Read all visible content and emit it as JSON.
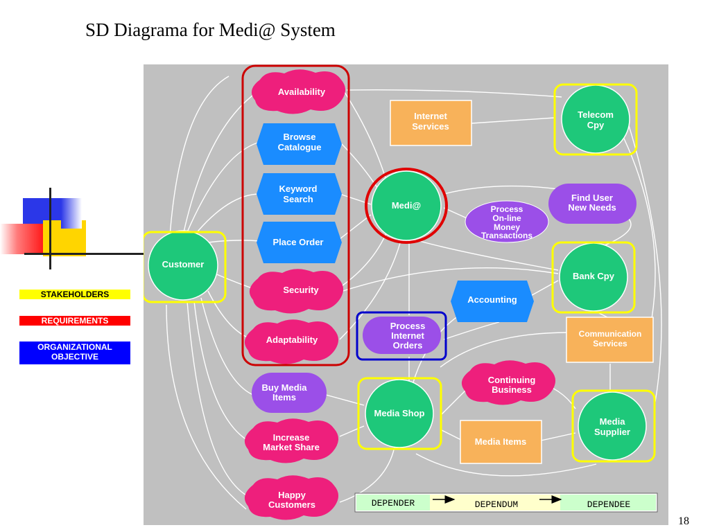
{
  "slide": {
    "title": "SD Diagrama  for Medi@ System",
    "page_number": "18"
  },
  "legend": {
    "stakeholders": "STAKEHOLDERS",
    "requirements": "REQUIREMENTS",
    "organizational_objective_line1": "ORGANIZATIONAL",
    "organizational_objective_line2": "OBJECTIVE",
    "colors": {
      "stakeholders": "#ffff00",
      "requirements": "#ff0000",
      "organizational_objective": "#0000ff"
    }
  },
  "diagram": {
    "actors": {
      "customer": "Customer",
      "medi": "Medi@",
      "telecom": [
        "Telecom",
        "Cpy"
      ],
      "bank": "Bank Cpy",
      "media_shop": "Media Shop",
      "media_supplier": [
        "Media",
        "Supplier"
      ]
    },
    "softgoals": {
      "availability": "Availability",
      "security": "Security",
      "adaptability": "Adaptability",
      "continuing_business": [
        "Continuing",
        "Business"
      ],
      "increase_market_share": [
        "Increase",
        "Market Share"
      ],
      "happy_customers": [
        "Happy",
        "Customers"
      ]
    },
    "tasks": {
      "browse_catalogue": [
        "Browse",
        "Catalogue"
      ],
      "keyword_search": [
        "Keyword",
        "Search"
      ],
      "place_order": "Place Order",
      "accounting": "Accounting"
    },
    "goals": {
      "find_user_new_needs": [
        "Find User",
        "New Needs"
      ],
      "process_online_money": [
        "Process",
        "On-line",
        "Money",
        "Transactions"
      ],
      "process_internet_orders": [
        "Process",
        "Internet",
        "Orders"
      ],
      "buy_media_items": [
        "Buy Media",
        "Items"
      ]
    },
    "resources": {
      "internet_services": [
        "Internet",
        "Services"
      ],
      "communication_services": [
        "Communication",
        "Services"
      ],
      "media_items": "Media Items"
    },
    "dependency_legend": {
      "depender": "DEPENDER",
      "dependum": "DEPENDUM",
      "dependee": "DEPENDEE"
    },
    "colors": {
      "background": "#c0c0c0",
      "actor": "#1ec87a",
      "softgoal": "#ee1f7c",
      "task": "#1a8cff",
      "goal": "#9b4fe8",
      "resource": "#f8b25a",
      "highlight_yellow": "#ffff00",
      "highlight_red": "#cc0000",
      "highlight_blue": "#0000cc"
    }
  }
}
